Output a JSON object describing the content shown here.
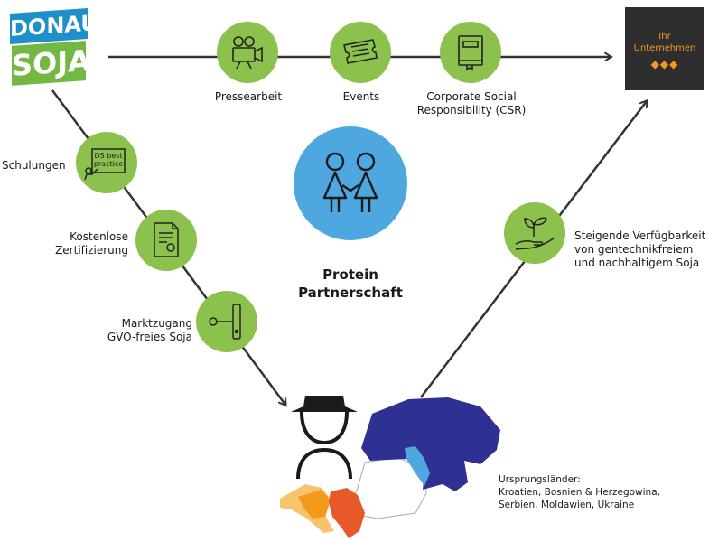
{
  "logo": {
    "line1": "DONAU",
    "line2": "SOJA"
  },
  "company": {
    "line1": "Ihr",
    "line2": "Unternehmen",
    "diamonds": "◆◆◆"
  },
  "top_steps": [
    {
      "label": "Pressearbeit",
      "icon": "video-camera-icon"
    },
    {
      "label": "Events",
      "icon": "tickets-icon"
    },
    {
      "label_line1": "Corporate Social",
      "label_line2": "Responsibility (CSR)",
      "icon": "book-icon"
    }
  ],
  "left_steps": [
    {
      "label": "Schulungen",
      "icon": "presentation-icon",
      "icon_text_line1": "DS best",
      "icon_text_line2": "practice"
    },
    {
      "label_line1": "Kostenlose",
      "label_line2": "Zertifizierung",
      "icon": "certificate-icon"
    },
    {
      "label_line1": "Marktzugang",
      "label_line2": "GVO-freies Soja",
      "icon": "door-handle-icon"
    }
  ],
  "right_step": {
    "label_line1": "Steigende Verfügbarkeit",
    "label_line2": "von gentechnikfreiem",
    "label_line3": "und nachhaltigem Soja",
    "icon": "plant-in-hand-icon"
  },
  "center": {
    "line1": "Protein",
    "line2": "Partnerschaft",
    "icon": "two-people-icon"
  },
  "origin": {
    "title": "Ursprungsländer:",
    "line1": "Kroatien, Bosnien & Herzegowina,",
    "line2": "Serbien, Moldawien, Ukraine"
  },
  "colors": {
    "green": "#8cc14e",
    "blue": "#4ea7de",
    "dark_blue": "#2e3192",
    "orange": "#f39a1d",
    "dark_orange": "#e8592a",
    "dark_gray": "#2e2e2e",
    "logo_blue": "#1f8fc9",
    "logo_green": "#72b843"
  }
}
